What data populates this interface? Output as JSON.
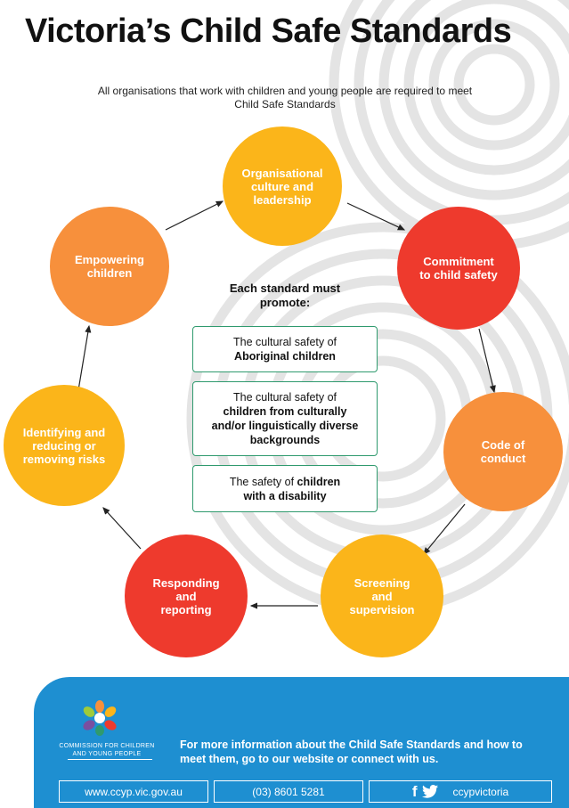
{
  "title": "Victoria’s Child Safe Standards",
  "subtitle": "All organisations that work with children and young people are required to meet Child Safe Standards",
  "nodes": [
    {
      "id": "culture",
      "lines": [
        "Organisational",
        "culture and",
        "leadership"
      ],
      "color": "#FBB51A"
    },
    {
      "id": "commitment",
      "lines": [
        "Commitment",
        "to child safety"
      ],
      "color": "#EE3A2D"
    },
    {
      "id": "conduct",
      "lines": [
        "Code of",
        "conduct"
      ],
      "color": "#F7903C"
    },
    {
      "id": "screening",
      "lines": [
        "Screening",
        "and",
        "supervision"
      ],
      "color": "#FBB51A"
    },
    {
      "id": "responding",
      "lines": [
        "Responding",
        "and",
        "reporting"
      ],
      "color": "#EE3A2D"
    },
    {
      "id": "risks",
      "lines": [
        "Identifying and",
        "reducing or",
        "removing risks"
      ],
      "color": "#FBB51A"
    },
    {
      "id": "empowering",
      "lines": [
        "Empowering",
        "children"
      ],
      "color": "#F7903C"
    }
  ],
  "center": {
    "heading_line1": "Each standard must",
    "heading_line2": "promote:",
    "box1_plain": "The cultural safety of",
    "box1_bold": "Aboriginal children",
    "box2_plain": "The cultural safety of",
    "box2_bold1": "children from culturally",
    "box2_bold2": "and/or linguistically diverse",
    "box2_bold3": "backgrounds",
    "box3_plain": "The safety of ",
    "box3_bold1": "children",
    "box3_bold2": "with a disability"
  },
  "colors": {
    "footer_blue": "#1E8FD1",
    "box_border": "#2F9A6E",
    "arc_gray": "#E4E4E4"
  },
  "footer": {
    "org_line1": "COMMISSION FOR CHILDREN",
    "org_line2": "AND YOUNG PEOPLE",
    "message": "For more information about the Child Safe Standards and how to meet them, go to our website or connect with us.",
    "website": "www.ccyp.vic.gov.au",
    "phone": "(03) 8601 5281",
    "social_handle": "ccypvictoria",
    "icons": [
      "facebook-icon",
      "twitter-icon"
    ]
  }
}
